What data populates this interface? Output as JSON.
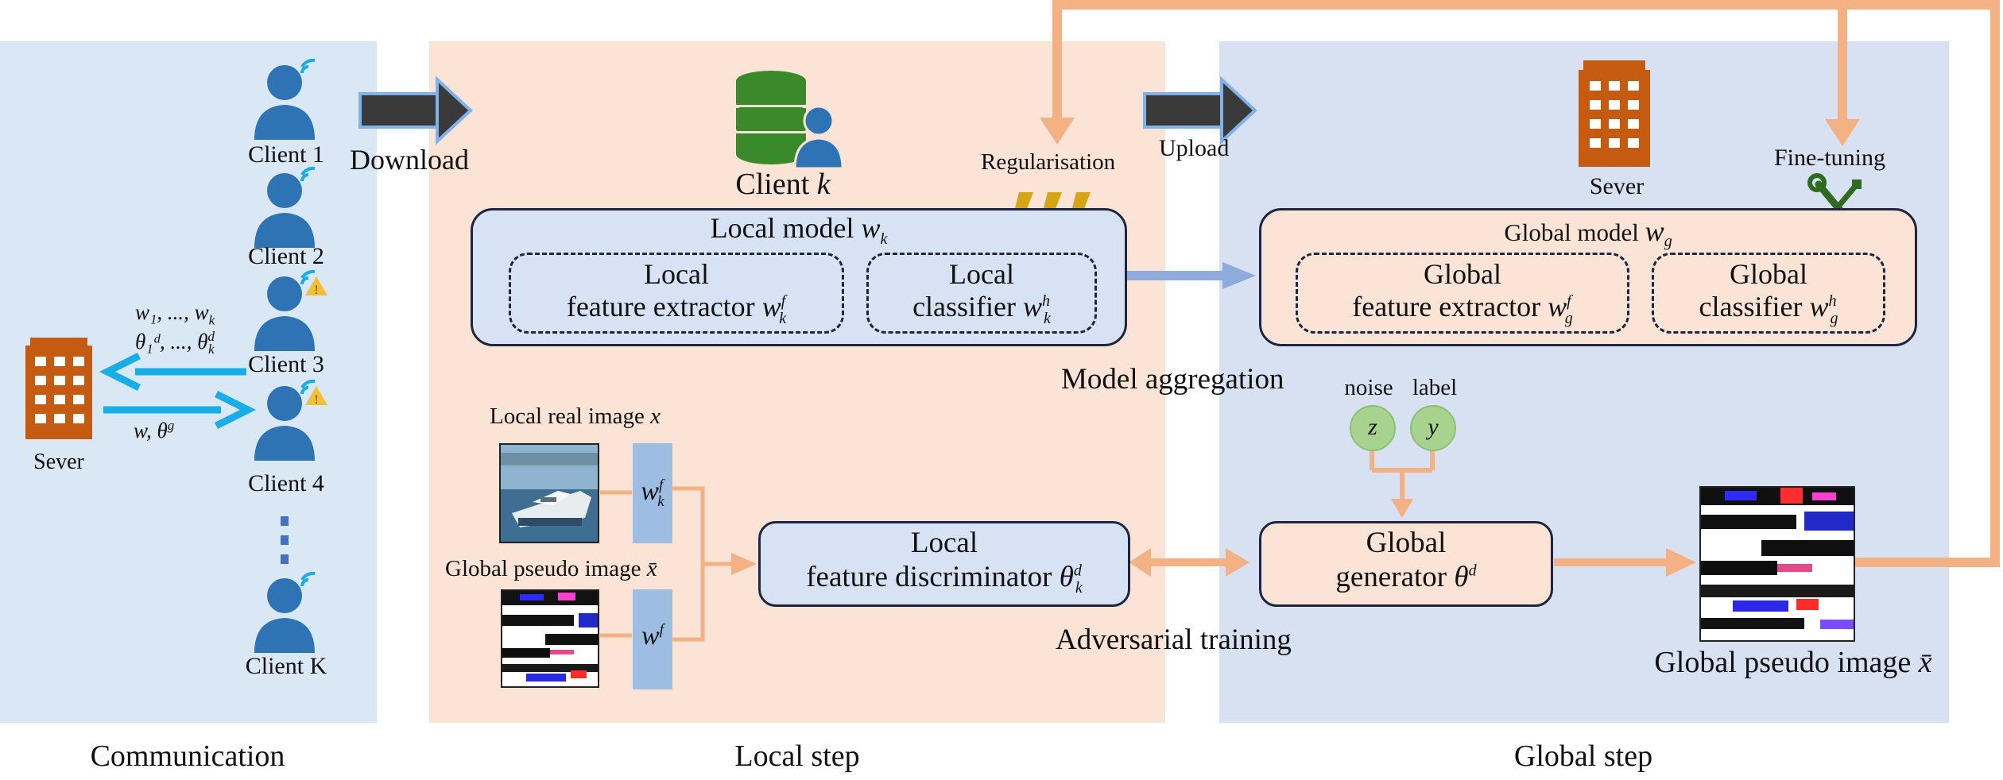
{
  "sections": {
    "communication": "Communication",
    "local_step": "Local step",
    "global_step": "Global step"
  },
  "communication": {
    "server_label": "Sever",
    "clients": [
      "Client 1",
      "Client 2",
      "Client 3",
      "Client 4"
    ],
    "client_last": "Client K",
    "upload_math_line1": "w₁, ..., w",
    "upload_math_line1_sub": "k",
    "upload_math_line2": "θ₁ᵈ, ..., θ",
    "upload_math_line2_sup": "d",
    "upload_math_line2_sub": "k",
    "download_math": "w, θ",
    "download_math_sup": "g"
  },
  "arrows": {
    "download": "Download",
    "upload": "Upload",
    "regularisation": "Regularisation",
    "fine_tuning": "Fine-tuning",
    "model_aggregation": "Model aggregation",
    "adversarial_training": "Adversarial training"
  },
  "local": {
    "client_label": "Client",
    "client_var": "k",
    "model_title": "Local model",
    "model_var": "w",
    "model_sub": "k",
    "extractor_line1": "Local",
    "extractor_line2": "feature extractor",
    "extractor_var": "w",
    "extractor_sup": "f",
    "extractor_sub": "k",
    "classifier_line1": "Local",
    "classifier_line2": "classifier",
    "classifier_var": "w",
    "classifier_sup": "h",
    "classifier_sub": "k",
    "real_image_label": "Local real image",
    "real_image_var": "x",
    "pseudo_image_label": "Global pseudo image",
    "pseudo_image_var": "x̄",
    "strip_top_var": "w",
    "strip_top_sup": "f",
    "strip_top_sub": "k",
    "strip_bottom_var": "w",
    "strip_bottom_sup": "f",
    "discriminator_line1": "Local",
    "discriminator_line2": "feature discriminator",
    "discriminator_var": "θ",
    "discriminator_sup": "d",
    "discriminator_sub": "k"
  },
  "global": {
    "server_label": "Sever",
    "model_title": "Global model",
    "model_var": "w",
    "model_sub": "g",
    "extractor_line1": "Global",
    "extractor_line2": "feature extractor",
    "extractor_var": "w",
    "extractor_sup": "f",
    "extractor_sub": "g",
    "classifier_line1": "Global",
    "classifier_line2": "classifier",
    "classifier_var": "w",
    "classifier_sup": "h",
    "classifier_sub": "g",
    "noise_label": "noise",
    "label_label": "label",
    "noise_var": "z",
    "label_var": "y",
    "generator_line1": "Global",
    "generator_line2": "generator",
    "generator_var": "θ",
    "generator_sup": "d",
    "pseudo_image_caption": "Global pseudo image",
    "pseudo_image_var": "x̄"
  },
  "colors": {
    "communication_bg": "#dae7f5",
    "local_bg": "#fbe4d6",
    "global_bg": "#d7e1f2",
    "person_blue": "#2e74b5",
    "building_orange": "#c55a11",
    "db_green": "#3a8a2c",
    "orange_arrow": "#f4b183",
    "cyan_arrow": "#17aee8",
    "aggregation_arrow": "#8faadc",
    "lightning": "#d6a516"
  }
}
